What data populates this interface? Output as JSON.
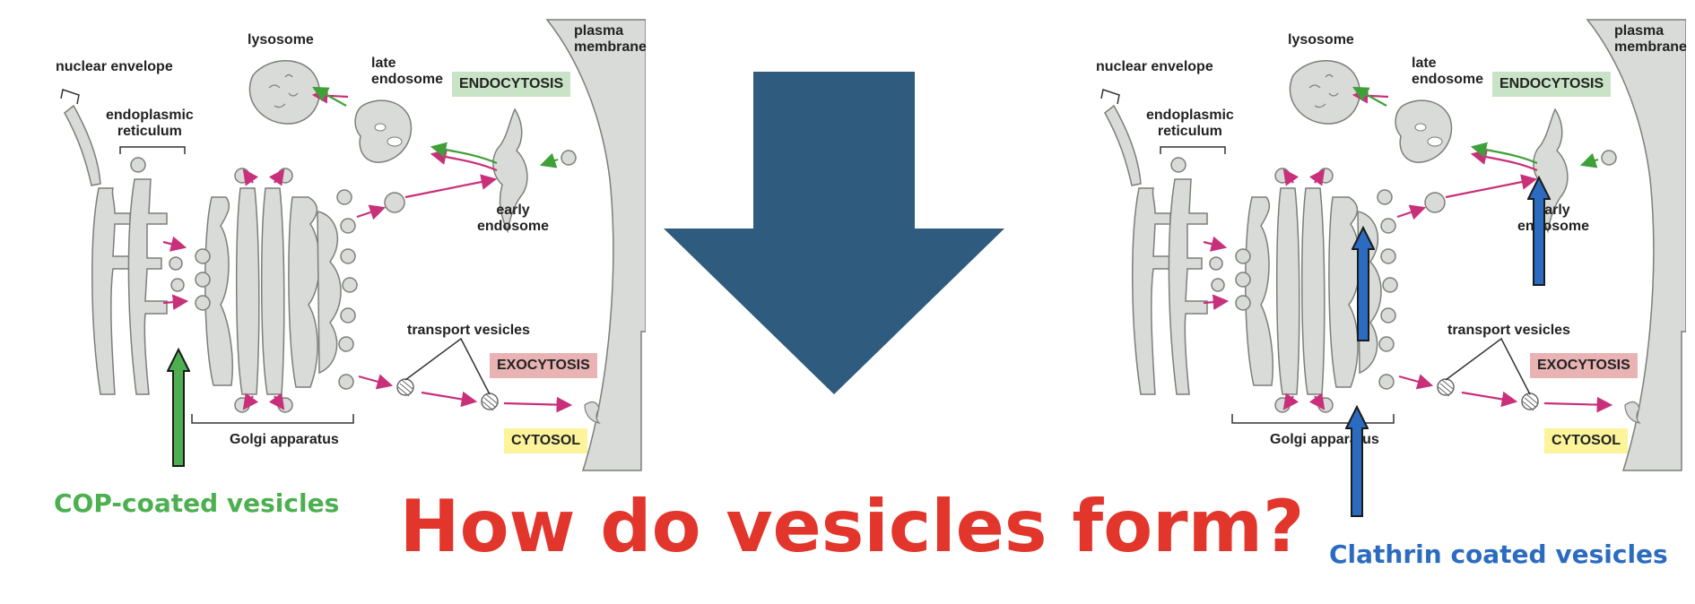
{
  "colors": {
    "organelle_fill": "#d8dbd7",
    "organelle_stroke": "#7b7f7a",
    "pathway_arrow": "#c8307a",
    "endocytic_arrow": "#3fa03a",
    "big_arrow": "#2e5b7e",
    "question_text": "#e2352c",
    "cop_green": "#4caf50",
    "clathrin_blue": "#2b6cc0"
  },
  "diagram": {
    "nuclear_envelope": "nuclear envelope",
    "er": "endoplasmic\nreticulum",
    "lysosome": "lysosome",
    "late_endosome": "late\nendosome",
    "endocytosis": "ENDOCYTOSIS",
    "plasma_membrane": "plasma\nmembrane",
    "early_endosome": "early\nendosome",
    "transport_vesicles": "transport vesicles",
    "exocytosis": "EXOCYTOSIS",
    "golgi": "Golgi apparatus",
    "cytosol": "CYTOSOL"
  },
  "annotations": {
    "cop": "COP-coated vesicles",
    "clathrin": "Clathrin coated vesicles",
    "question": "How do vesicles form?"
  }
}
